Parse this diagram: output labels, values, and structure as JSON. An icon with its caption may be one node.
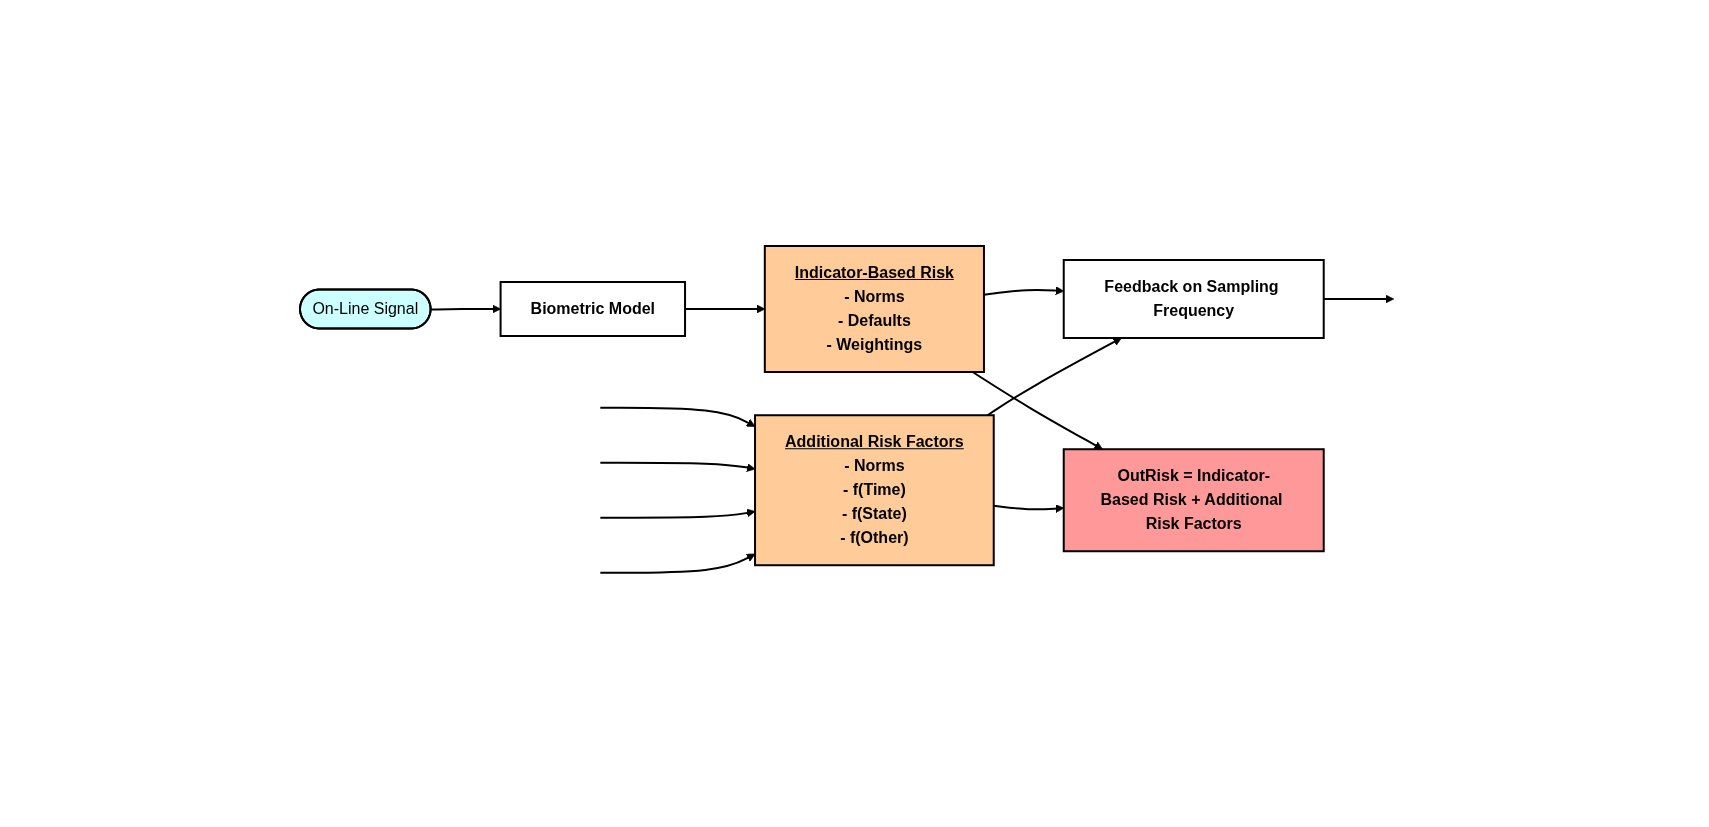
{
  "diagram": {
    "nodes": [
      {
        "text": [
          "Feedback on Sampling Frequency"
        ]
      },
      {
        "text": [
          "On-Line Signal"
        ]
      },
      {
        "text": [
          "Indicator-Based Risk",
          "- Norms",
          "- Defaults",
          "- Weightings"
        ]
      },
      {
        "text": [
          "Biometric Model"
        ]
      },
      {
        "text": [
          "Additional Risk Factors",
          "- Norms",
          "- f(Time)",
          "- f(State)",
          "- f(Other)"
        ]
      },
      {
        "text": [
          "OutRisk = Indicator-Based Risk + Additional Risk Factors"
        ]
      }
    ],
    "edges": [
      {
        "from": 0,
        "to": null,
        "arrow": "to"
      },
      {
        "from": 1,
        "to": 3,
        "arrow": "to"
      },
      {
        "from": 3,
        "to": 2,
        "arrow": "to"
      },
      {
        "from": 2,
        "to": 0,
        "arrow": "to"
      },
      {
        "from": 2,
        "to": 5,
        "arrow": "to"
      },
      {
        "from": 4,
        "to": 0,
        "arrow": "to"
      },
      {
        "from": 4,
        "to": 5,
        "arrow": "to"
      },
      {
        "from": null,
        "to": 4,
        "arrow": "to"
      },
      {
        "from": null,
        "to": 4,
        "arrow": "to"
      },
      {
        "from": null,
        "to": 4,
        "arrow": "to"
      },
      {
        "from": null,
        "to": 4,
        "arrow": "to"
      }
    ]
  }
}
